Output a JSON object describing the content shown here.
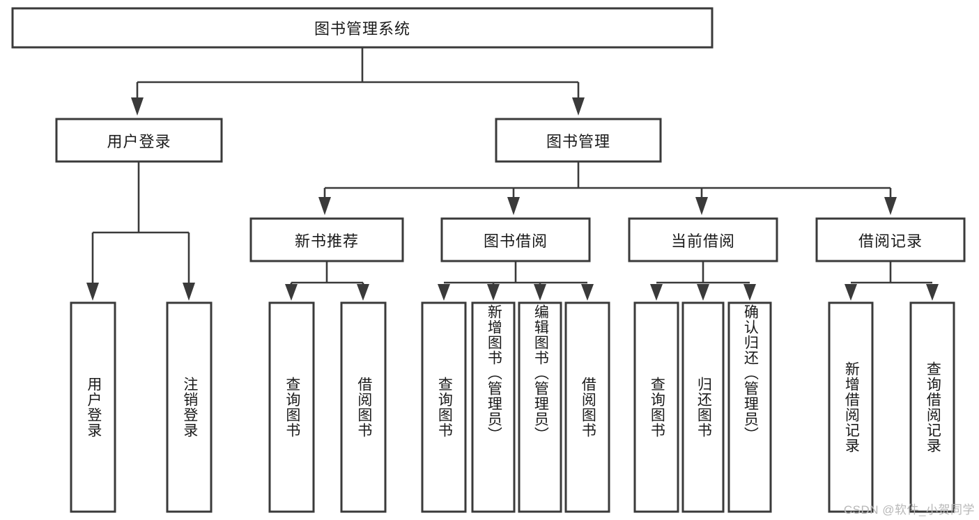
{
  "diagram": {
    "type": "hierarchy-tree",
    "title": "图书管理系统",
    "watermark": "CSDN @软件_小贺同学",
    "colors": {
      "background": "#ffffff",
      "box_fill": "#ffffff",
      "box_stroke": "#3a3a3a",
      "connector": "#3a3a3a",
      "text": "#1a1a1a",
      "watermark": "#b8b8b8"
    },
    "nodes": {
      "root": {
        "label": "图书管理系统",
        "orientation": "horizontal"
      },
      "level2": [
        {
          "label": "用户登录",
          "orientation": "horizontal"
        },
        {
          "label": "图书管理",
          "orientation": "horizontal"
        }
      ],
      "level3": [
        {
          "label": "新书推荐",
          "orientation": "horizontal"
        },
        {
          "label": "图书借阅",
          "orientation": "horizontal"
        },
        {
          "label": "当前借阅",
          "orientation": "horizontal"
        },
        {
          "label": "借阅记录",
          "orientation": "horizontal"
        }
      ],
      "leaves": [
        {
          "label": "用户登录",
          "orientation": "vertical",
          "parent": "用户登录"
        },
        {
          "label": "注销登录",
          "orientation": "vertical",
          "parent": "用户登录"
        },
        {
          "label": "查询图书",
          "orientation": "vertical",
          "parent": "新书推荐"
        },
        {
          "label": "借阅图书",
          "orientation": "vertical",
          "parent": "新书推荐"
        },
        {
          "label": "查询图书",
          "orientation": "vertical",
          "parent": "图书借阅"
        },
        {
          "label": "新增图书（管理员）",
          "orientation": "vertical",
          "parent": "图书借阅"
        },
        {
          "label": "编辑图书（管理员）",
          "orientation": "vertical",
          "parent": "图书借阅"
        },
        {
          "label": "借阅图书",
          "orientation": "vertical",
          "parent": "图书借阅"
        },
        {
          "label": "查询图书",
          "orientation": "vertical",
          "parent": "当前借阅"
        },
        {
          "label": "归还图书",
          "orientation": "vertical",
          "parent": "当前借阅"
        },
        {
          "label": "确认归还（管理员）",
          "orientation": "vertical",
          "parent": "当前借阅"
        },
        {
          "label": "新增借阅记录",
          "orientation": "vertical",
          "parent": "借阅记录"
        },
        {
          "label": "查询借阅记录",
          "orientation": "vertical",
          "parent": "借阅记录"
        }
      ]
    }
  }
}
